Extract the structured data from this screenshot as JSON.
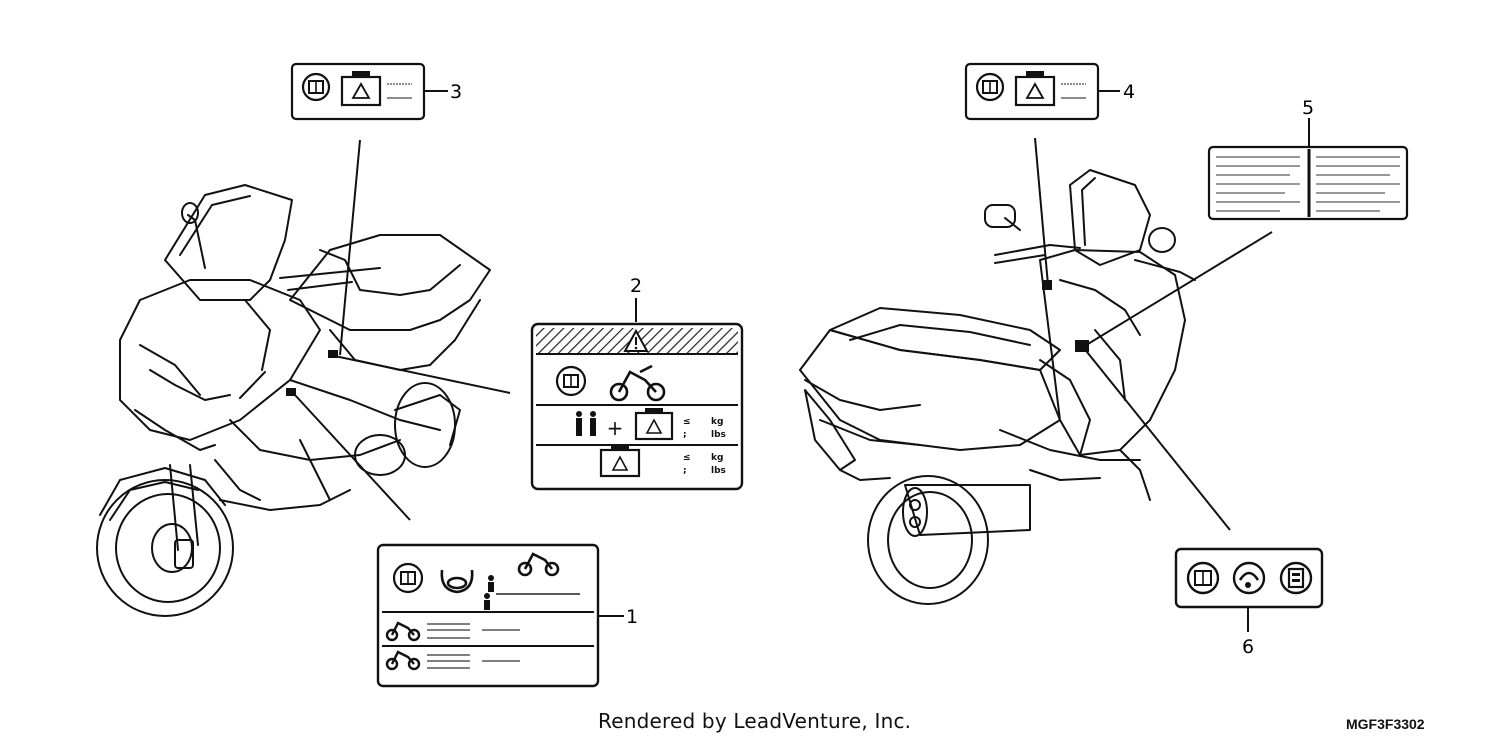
{
  "callouts": [
    "1",
    "2",
    "3",
    "4",
    "5",
    "6"
  ],
  "label2": {
    "unit_kg": "kg",
    "unit_lbs": "lbs"
  },
  "footer": "Rendered by LeadVenture, Inc.",
  "diagram_code": "MGF3F3302",
  "icons": [
    "manual-book-icon",
    "luggage-box-icon",
    "warning-triangle-icon",
    "motorcycle-icon",
    "passenger-icon",
    "tire-icon",
    "battery-icon"
  ]
}
